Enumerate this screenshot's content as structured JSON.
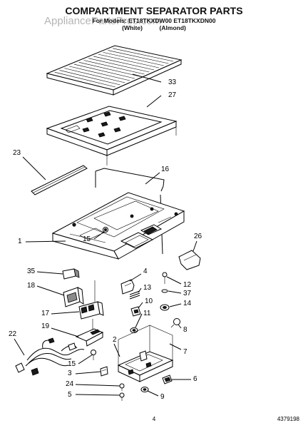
{
  "page": {
    "title": "COMPARTMENT SEPARATOR PARTS",
    "model_line": "For Models: ET18TKXDW00 ET18TKXDN00",
    "color_line": "(White)          (Almond)",
    "watermark": "AppliancePartsPros.com",
    "page_number": "4",
    "doc_number": "4379198"
  },
  "callouts": {
    "c33": "33",
    "c27": "27",
    "c23": "23",
    "c16": "16",
    "c1": "1",
    "c15a": "15",
    "c26": "26",
    "c35": "35",
    "c18": "18",
    "c4": "4",
    "c12": "12",
    "c13": "13",
    "c37": "37",
    "c10": "10",
    "c14": "14",
    "c11": "11",
    "c17": "17",
    "c8": "8",
    "c19": "19",
    "c22": "22",
    "c2": "2",
    "c7": "7",
    "c15b": "15",
    "c3": "3",
    "c6": "6",
    "c24": "24",
    "c5": "5",
    "c9": "9"
  }
}
